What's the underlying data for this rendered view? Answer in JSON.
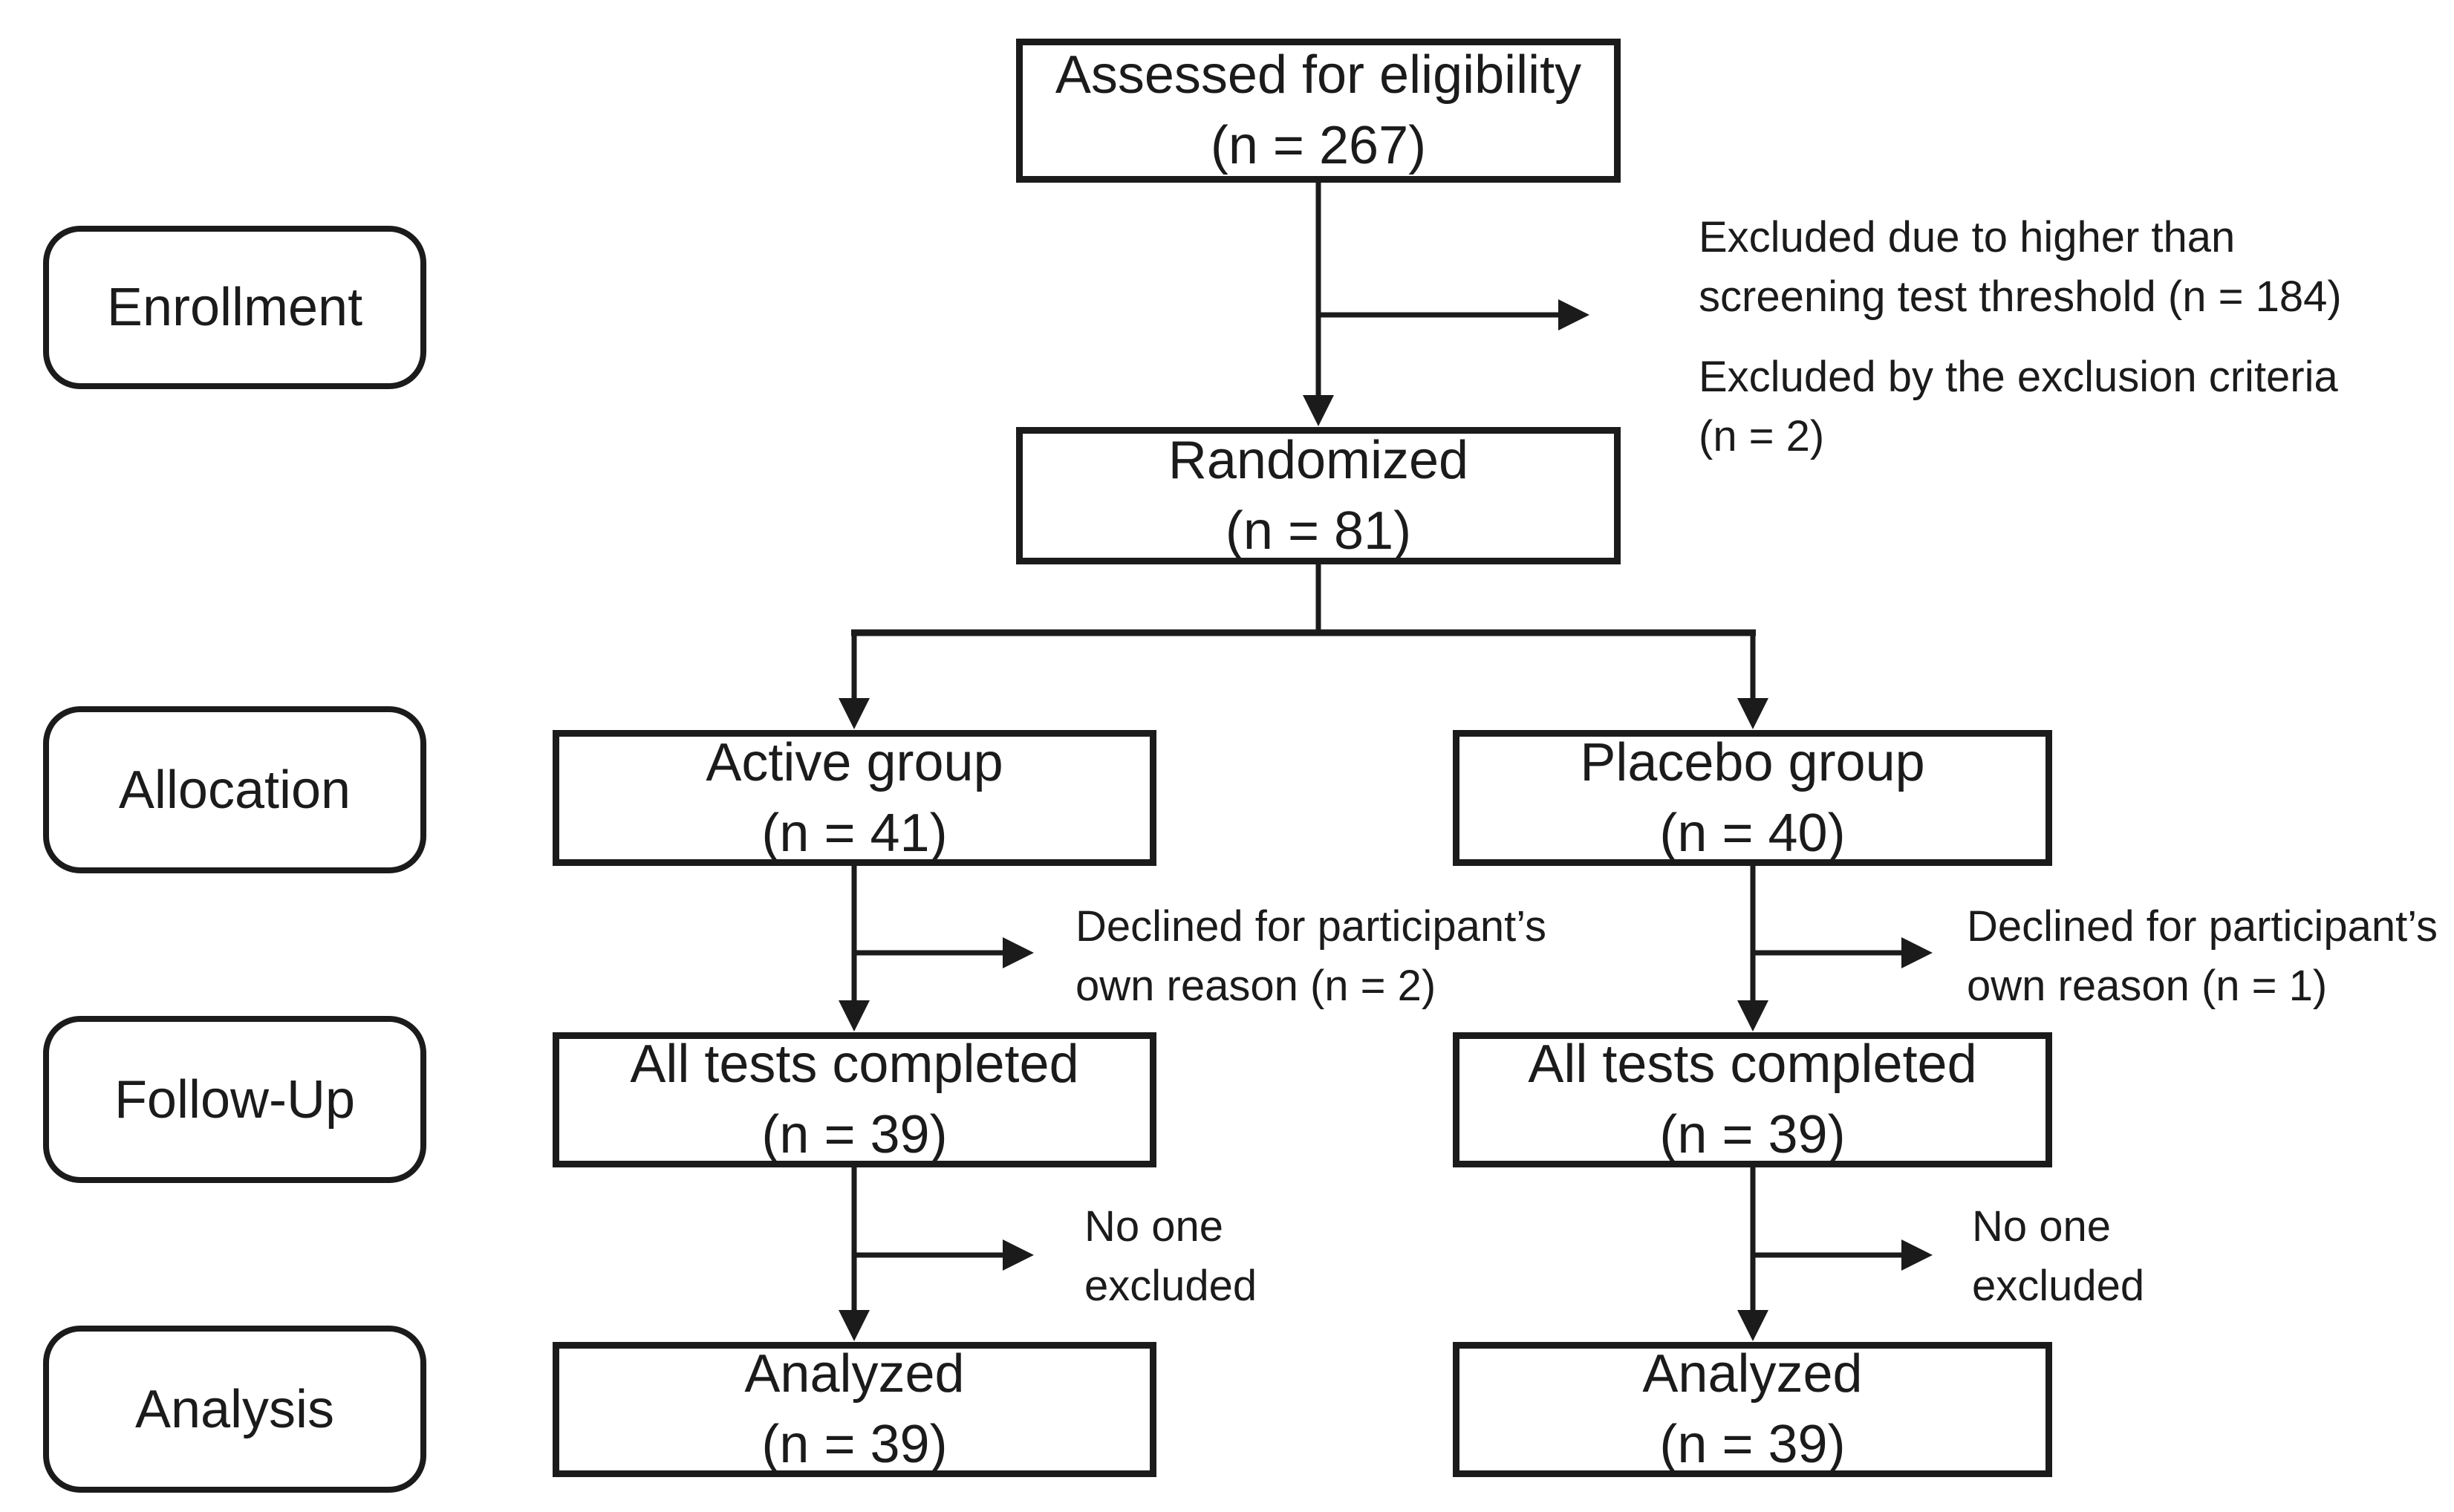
{
  "diagram": {
    "stages": {
      "enrollment": {
        "label": "Enrollment"
      },
      "allocation": {
        "label": "Allocation"
      },
      "followup": {
        "label": "Follow-Up"
      },
      "analysis": {
        "label": "Analysis"
      }
    },
    "boxes": {
      "assessed": {
        "title": "Assessed for eligibility",
        "n": "(n = 267)"
      },
      "randomized": {
        "title": "Randomized",
        "n": "(n = 81)"
      },
      "active": {
        "title": "Active group",
        "n": "(n = 41)"
      },
      "placebo": {
        "title": "Placebo group",
        "n": "(n = 40)"
      },
      "active_completed": {
        "title": "All tests completed",
        "n": "(n = 39)"
      },
      "placebo_completed": {
        "title": "All tests completed",
        "n": "(n = 39)"
      },
      "active_analyzed": {
        "title": "Analyzed",
        "n": "(n = 39)"
      },
      "placebo_analyzed": {
        "title": "Analyzed",
        "n": "(n = 39)"
      }
    },
    "annotations": {
      "excluded_threshold": {
        "line1": "Excluded due to higher than",
        "line2": "screening test threshold (n = 184)"
      },
      "excluded_criteria": {
        "line1": "Excluded by the exclusion criteria",
        "line2": "(n = 2)"
      },
      "declined_active": {
        "line1": "Declined for participant’s",
        "line2": "own reason (n = 2)"
      },
      "declined_placebo": {
        "line1": "Declined for participant’s",
        "line2": "own reason (n = 1)"
      },
      "noone_active": {
        "line1": "No one",
        "line2": "excluded"
      },
      "noone_placebo": {
        "line1": "No one",
        "line2": "excluded"
      }
    },
    "colors": {
      "line": "#1b1b1b",
      "background": "#ffffff"
    }
  }
}
